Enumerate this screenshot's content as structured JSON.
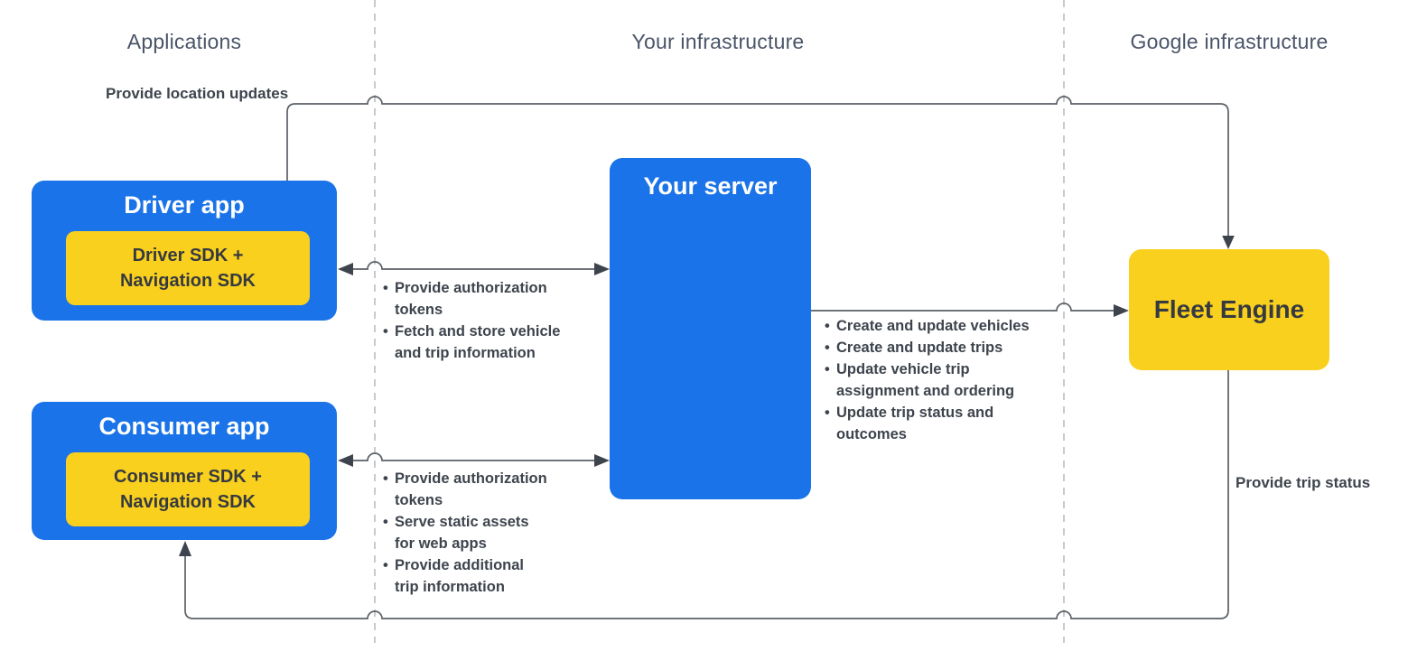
{
  "columns": [
    {
      "label": "Applications"
    },
    {
      "label": "Your infrastructure"
    },
    {
      "label": "Google infrastructure"
    }
  ],
  "nodes": {
    "driver_app": {
      "title": "Driver app",
      "sdk_label": "Driver SDK +\nNavigation SDK"
    },
    "consumer_app": {
      "title": "Consumer app",
      "sdk_label": "Consumer SDK +\nNavigation SDK"
    },
    "your_server": {
      "title": "Your server"
    },
    "fleet_engine": {
      "title": "Fleet Engine"
    }
  },
  "edges": {
    "location_updates": {
      "label": "Provide location updates"
    },
    "trip_status": {
      "label": "Provide trip status"
    },
    "driver_server": {
      "bullets": [
        "Provide authorization\ntokens",
        "Fetch and store vehicle\nand trip information"
      ]
    },
    "consumer_server": {
      "bullets": [
        "Provide authorization\ntokens",
        "Serve static assets\nfor web apps",
        "Provide additional\ntrip information"
      ]
    },
    "server_fleet": {
      "bullets": [
        "Create and update vehicles",
        "Create and update trips",
        "Update vehicle trip\nassignment and ordering",
        "Update trip status and\noutcomes"
      ]
    }
  },
  "colors": {
    "blue": "#1a73e8",
    "yellow": "#f9d01e",
    "line": "#5b6167",
    "arrowhead": "#3e444d",
    "divider": "#b8bec4",
    "header_text": "#4a5468",
    "label_text": "#3e444d",
    "sdk_text": "#363a40"
  }
}
